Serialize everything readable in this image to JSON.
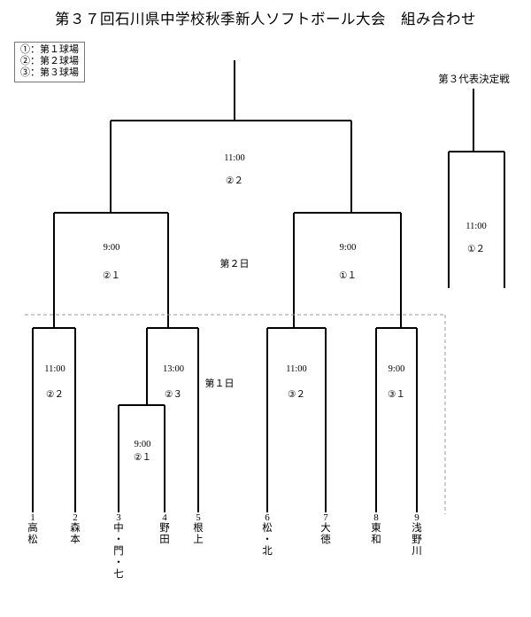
{
  "title": "第３７回石川県中学校秋季新人ソフトボール大会　組み合わせ",
  "legend": {
    "rows": [
      "①：第１球場",
      "②：第２球場",
      "③：第３球場"
    ]
  },
  "day_labels": {
    "day2": "第２日",
    "day1": "第１日"
  },
  "third_place": {
    "heading": "第３代表決定戦",
    "time": "11:00",
    "venue": "①２"
  },
  "matches": {
    "final": {
      "time": "11:00",
      "venue": "②２"
    },
    "semi_left": {
      "time": "9:00",
      "venue": "②１"
    },
    "semi_right": {
      "time": "9:00",
      "venue": "①１"
    },
    "r1_m1": {
      "time": "11:00",
      "venue": "②２"
    },
    "r1_m2": {
      "time": "13:00",
      "venue": "②３"
    },
    "r1_m0": {
      "time": "9:00",
      "venue": "②１"
    },
    "r1_m3": {
      "time": "11:00",
      "venue": "③２"
    },
    "r1_m4": {
      "time": "9:00",
      "venue": "③１"
    }
  },
  "teams": [
    {
      "num": "1",
      "chars": [
        "高",
        "松"
      ]
    },
    {
      "num": "2",
      "chars": [
        "森",
        "本"
      ]
    },
    {
      "num": "3",
      "chars": [
        "中",
        "・",
        "門",
        "・",
        "七"
      ]
    },
    {
      "num": "4",
      "chars": [
        "野",
        "田"
      ]
    },
    {
      "num": "5",
      "chars": [
        "根",
        "上"
      ]
    },
    {
      "num": "6",
      "chars": [
        "松",
        "・",
        "北"
      ]
    },
    {
      "num": "7",
      "chars": [
        "大",
        "徳"
      ]
    },
    {
      "num": "8",
      "chars": [
        "東",
        "和"
      ]
    },
    {
      "num": "9",
      "chars": [
        "浅",
        "野",
        "川"
      ]
    }
  ]
}
